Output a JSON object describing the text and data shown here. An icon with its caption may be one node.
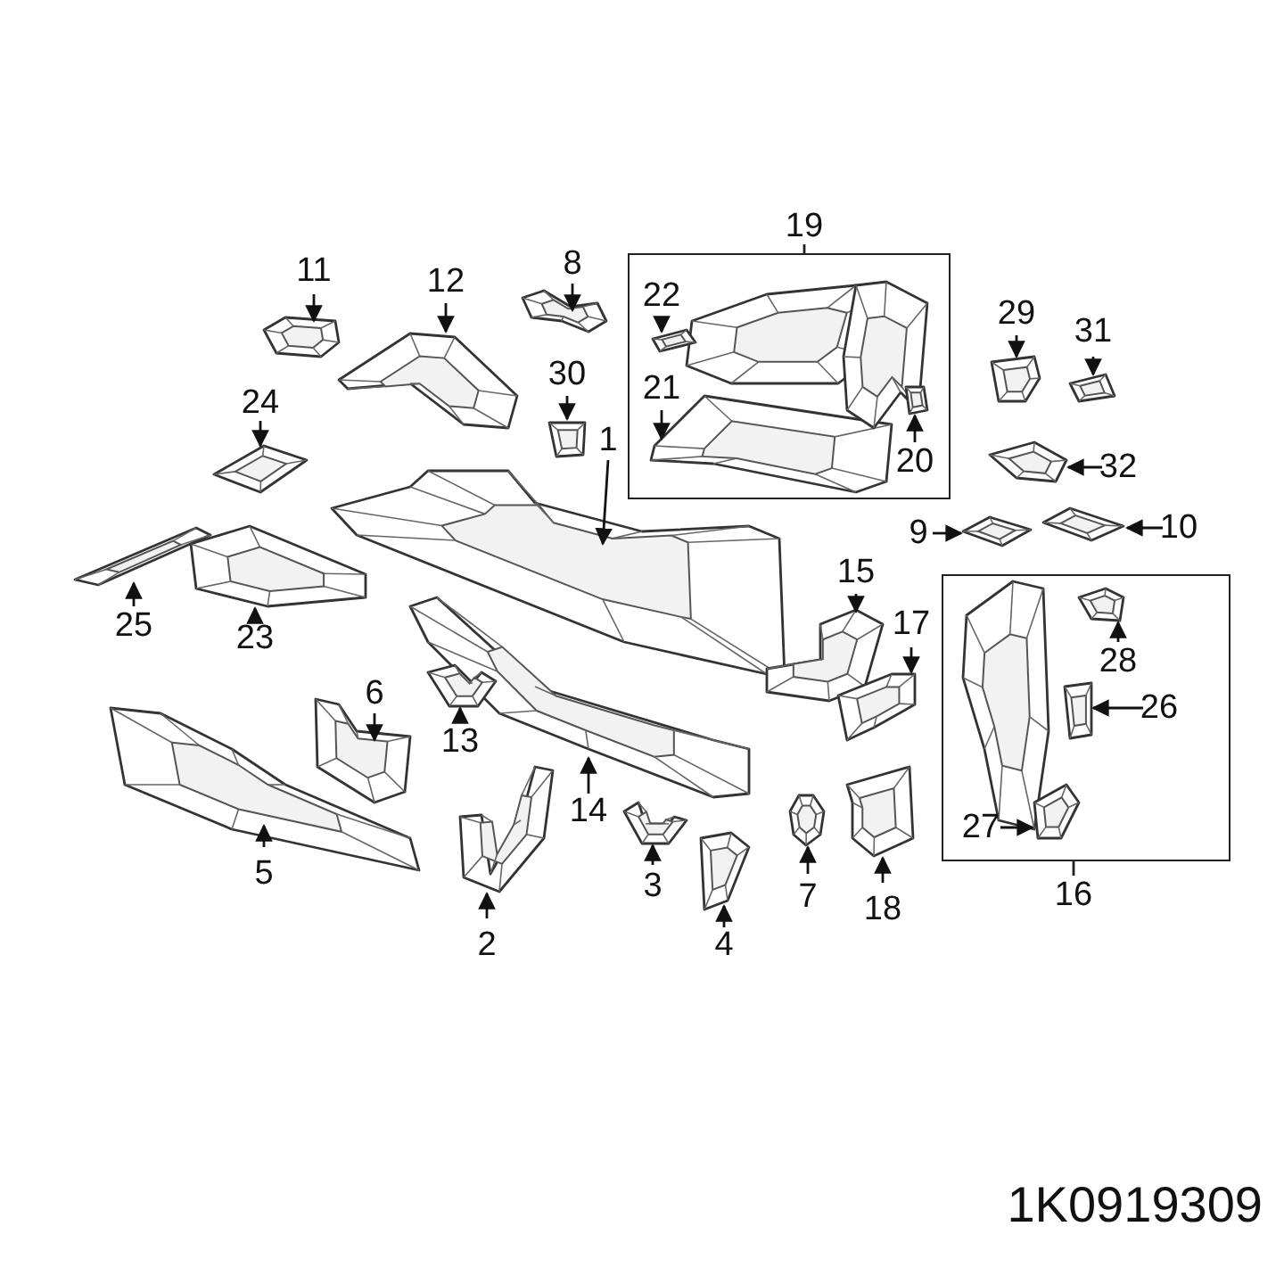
{
  "diagram": {
    "nodes": [
      {
        "text": [
          "19"
        ]
      },
      {
        "text": [
          "16"
        ]
      },
      {
        "text": [
          "11"
        ]
      },
      {
        "text": [],
        "shape": "picture"
      },
      {
        "text": [
          "12"
        ]
      },
      {
        "text": [],
        "shape": "picture"
      },
      {
        "text": [
          "8"
        ]
      },
      {
        "text": [],
        "shape": "picture"
      },
      {
        "text": [
          "30"
        ]
      },
      {
        "text": [],
        "shape": "picture"
      },
      {
        "text": [
          "24"
        ]
      },
      {
        "text": [],
        "shape": "picture"
      },
      {
        "text": [
          "1"
        ]
      },
      {
        "text": [],
        "shape": "picture"
      },
      {
        "text": [
          "25"
        ]
      },
      {
        "text": [],
        "shape": "picture"
      },
      {
        "text": [
          "23"
        ]
      },
      {
        "text": [],
        "shape": "picture"
      },
      {
        "text": [
          "6"
        ]
      },
      {
        "text": [],
        "shape": "picture"
      },
      {
        "text": [
          "13"
        ]
      },
      {
        "text": [],
        "shape": "picture"
      },
      {
        "text": [
          "14"
        ]
      },
      {
        "text": [],
        "shape": "picture"
      },
      {
        "text": [
          "5"
        ]
      },
      {
        "text": [],
        "shape": "picture"
      },
      {
        "text": [
          "2"
        ]
      },
      {
        "text": [],
        "shape": "picture"
      },
      {
        "text": [
          "3"
        ]
      },
      {
        "text": [],
        "shape": "picture"
      },
      {
        "text": [
          "4"
        ]
      },
      {
        "text": [],
        "shape": "picture"
      },
      {
        "text": [
          "7"
        ]
      },
      {
        "text": [],
        "shape": "picture"
      },
      {
        "text": [
          "18"
        ]
      },
      {
        "text": [],
        "shape": "picture"
      },
      {
        "text": [
          "15"
        ]
      },
      {
        "text": [],
        "shape": "picture"
      },
      {
        "text": [
          "17"
        ]
      },
      {
        "text": [],
        "shape": "picture"
      },
      {
        "text": [
          "22"
        ],
        "in": 0
      },
      {
        "text": [],
        "shape": "picture",
        "in": 0
      },
      {
        "text": [
          "21"
        ],
        "in": 0
      },
      {
        "text": [],
        "shape": "picture",
        "in": 0
      },
      {
        "text": [
          "20"
        ],
        "in": 0
      },
      {
        "text": [],
        "shape": "picture",
        "in": 0
      },
      {
        "text": [
          "29"
        ]
      },
      {
        "text": [],
        "shape": "picture"
      },
      {
        "text": [
          "31"
        ]
      },
      {
        "text": [],
        "shape": "picture"
      },
      {
        "text": [
          "32"
        ]
      },
      {
        "text": [],
        "shape": "picture"
      },
      {
        "text": [
          "9"
        ]
      },
      {
        "text": [],
        "shape": "picture"
      },
      {
        "text": [
          "10"
        ]
      },
      {
        "text": [],
        "shape": "picture"
      },
      {
        "text": [
          "28"
        ],
        "in": 1
      },
      {
        "text": [],
        "shape": "picture",
        "in": 1
      },
      {
        "text": [
          "26"
        ],
        "in": 1
      },
      {
        "text": [],
        "shape": "picture",
        "in": 1
      },
      {
        "text": [
          "27"
        ],
        "in": 1
      },
      {
        "text": [],
        "shape": "picture",
        "in": 1
      }
    ],
    "edges": [
      {
        "from": 2,
        "to": 3,
        "arrow": "to"
      },
      {
        "from": 4,
        "to": 5,
        "arrow": "to"
      },
      {
        "from": 6,
        "to": 7,
        "arrow": "to"
      },
      {
        "from": 8,
        "to": 9,
        "arrow": "to"
      },
      {
        "from": 10,
        "to": 11,
        "arrow": "to"
      },
      {
        "from": 12,
        "to": 13,
        "arrow": "to"
      },
      {
        "from": 14,
        "to": 15,
        "arrow": "to"
      },
      {
        "from": 16,
        "to": 17,
        "arrow": "to"
      },
      {
        "from": 18,
        "to": 19,
        "arrow": "to"
      },
      {
        "from": 20,
        "to": 21,
        "arrow": "to"
      },
      {
        "from": 22,
        "to": 23,
        "arrow": "to"
      },
      {
        "from": 24,
        "to": 25,
        "arrow": "to"
      },
      {
        "from": 26,
        "to": 27,
        "arrow": "to"
      },
      {
        "from": 28,
        "to": 29,
        "arrow": "to"
      },
      {
        "from": 30,
        "to": 31,
        "arrow": "to"
      },
      {
        "from": 32,
        "to": 33,
        "arrow": "to"
      },
      {
        "from": 34,
        "to": 35,
        "arrow": "to"
      },
      {
        "from": 36,
        "to": 37,
        "arrow": "to"
      },
      {
        "from": 38,
        "to": 39,
        "arrow": "to"
      },
      {
        "from": 40,
        "to": 41,
        "arrow": "to"
      },
      {
        "from": 42,
        "to": 43,
        "arrow": "to"
      },
      {
        "from": 44,
        "to": 45,
        "arrow": "to"
      },
      {
        "from": 46,
        "to": 47,
        "arrow": "to"
      },
      {
        "from": 48,
        "to": 49,
        "arrow": "to"
      },
      {
        "from": 50,
        "to": 51,
        "arrow": "to"
      },
      {
        "from": 52,
        "to": 53,
        "arrow": "to"
      },
      {
        "from": 54,
        "to": 55,
        "arrow": "to"
      },
      {
        "from": 56,
        "to": 57,
        "arrow": "to"
      },
      {
        "from": 58,
        "to": 59,
        "arrow": "to"
      },
      {
        "from": 60,
        "to": 61,
        "arrow": "to"
      }
    ],
    "labels": [
      "1K0919309"
    ]
  }
}
